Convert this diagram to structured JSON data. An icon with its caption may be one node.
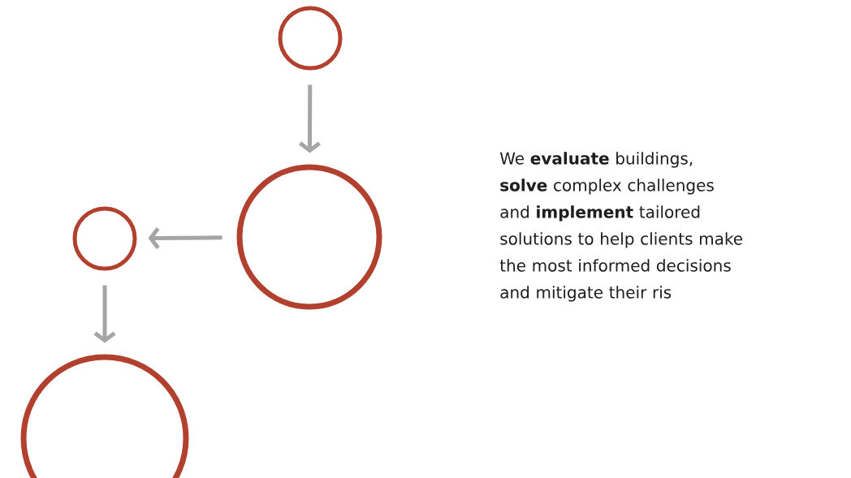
{
  "diagram": {
    "nodes": [
      {
        "text": [],
        "shape": "circle"
      },
      {
        "text": [],
        "shape": "circle"
      },
      {
        "text": [],
        "shape": "circle"
      },
      {
        "text": [],
        "shape": "circle"
      }
    ],
    "edges": [
      {
        "from": 0,
        "to": 1,
        "arrow": "to"
      },
      {
        "from": 1,
        "to": 2,
        "arrow": "to"
      },
      {
        "from": 2,
        "to": 3,
        "arrow": "to"
      }
    ],
    "labels": [
      "We **evaluate** buildings, **solve** complex challenges and **implement** tailored solutions to help clients make the most informed decisions and mitigate their ris"
    ]
  }
}
